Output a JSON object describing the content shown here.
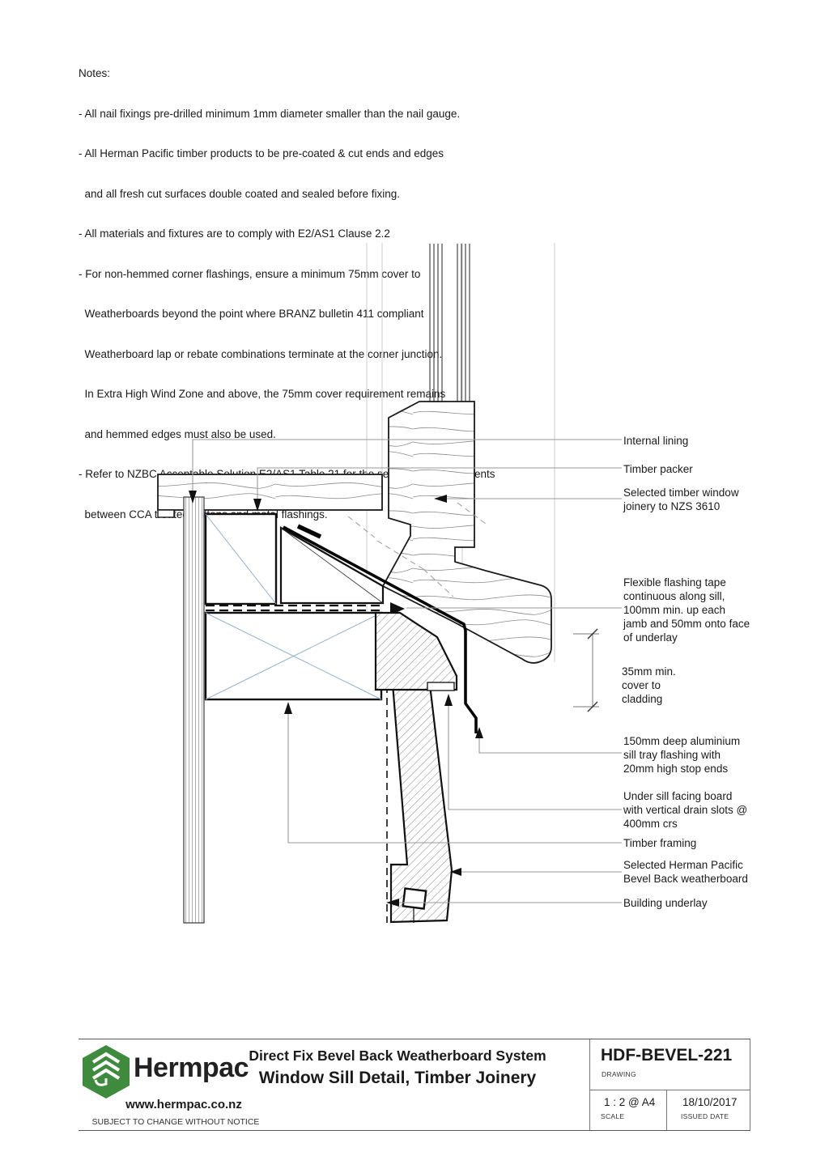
{
  "notes": {
    "title": "Notes:",
    "lines": [
      "- All nail fixings pre-drilled minimum 1mm diameter smaller than the nail gauge.",
      "- All Herman Pacific timber products to be pre-coated & cut ends and edges",
      "  and all fresh cut surfaces double coated and sealed before fixing.",
      "- All materials and fixtures are to comply with E2/AS1 Clause 2.2",
      "- For non-hemmed corner flashings, ensure a minimum 75mm cover to",
      "  Weatherboards beyond the point where BRANZ bulletin 411 compliant",
      "  Weatherboard lap or rebate combinations terminate at the corner junction.",
      "  In Extra High Wind Zone and above, the 75mm cover requirement remains",
      "  and hemmed edges must also be used.",
      "- Refer to NZBC Acceptable Solution E2/AS1 Table 21 for the separation requirements",
      "  between CCA treated battens and metal flashings."
    ]
  },
  "drawing": {
    "labels": [
      {
        "name": "internal-lining",
        "text": "Internal lining"
      },
      {
        "name": "timber-packer",
        "text": "Timber packer"
      },
      {
        "name": "window-joinery",
        "text": "Selected timber window\njoinery to NZS 3610"
      },
      {
        "name": "flashing-tape",
        "text": "Flexible flashing tape\ncontinuous along sill,\n100mm min. up each\njamb and 50mm onto face\nof underlay"
      },
      {
        "name": "cover-dimension",
        "text": "35mm min.\ncover to\ncladding"
      },
      {
        "name": "sill-tray",
        "text": "150mm deep aluminium\nsill tray flashing with\n20mm high stop ends"
      },
      {
        "name": "facing-board",
        "text": "Under sill facing board\nwith vertical drain slots @\n400mm crs"
      },
      {
        "name": "timber-framing",
        "text": "Timber framing"
      },
      {
        "name": "weatherboard",
        "text": "Selected Herman Pacific\nBevel Back weatherboard"
      },
      {
        "name": "building-underlay",
        "text": "Building underlay"
      }
    ]
  },
  "title_block": {
    "brand": "Hermpac",
    "system_line": "Direct Fix Bevel Back Weatherboard System",
    "drawing_title": "Window Sill Detail, Timber Joinery",
    "website": "www.hermpac.co.nz",
    "disclaimer": "SUBJECT TO CHANGE WITHOUT NOTICE",
    "drawing_code": "HDF-BEVEL-221",
    "drawing_code_label": "DRAWING",
    "scale_value": "1 : 2 @ A4",
    "scale_label": "SCALE",
    "date_value": "18/10/2017",
    "date_label": "ISSUED DATE",
    "logo_color": "#3e8b3e"
  }
}
